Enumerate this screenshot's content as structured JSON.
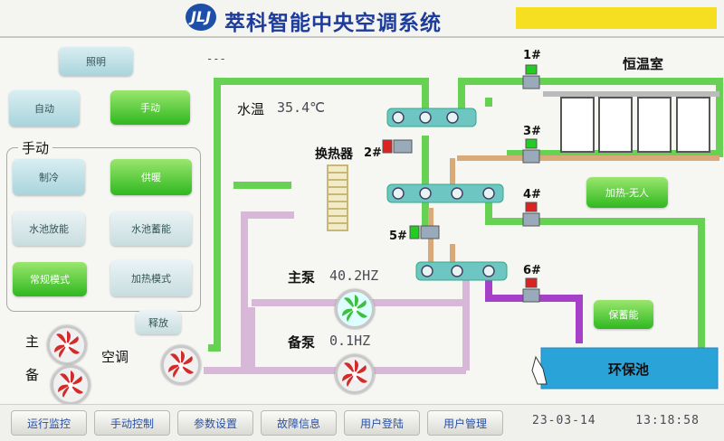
{
  "header": {
    "logo_text": "JLJ",
    "title": "萃科智能中央空调系统"
  },
  "buttons": {
    "lighting": "照明",
    "auto": "自动",
    "manual": "手动",
    "cooling": "制冷",
    "heating": "供暖",
    "pool_release": "水池放能",
    "pool_store": "水池蓄能",
    "normal_mode": "常规模式",
    "boost_mode": "加热模式",
    "release": "释放",
    "heating_none": "加热-无人",
    "storage": "保蓄能"
  },
  "labels": {
    "manual_group": "手动",
    "main": "主",
    "backup": "备",
    "aircon": "空调",
    "water_temp_label": "水温",
    "heat_exchanger": "换热器",
    "main_pump_label": "主泵",
    "backup_pump_label": "备泵",
    "constant_room": "恒温室",
    "eco_pool": "环保池",
    "dash": "---"
  },
  "readings": {
    "water_temp": "35.4℃",
    "main_pump_hz": "40.2HZ",
    "backup_pump_hz": "0.1HZ"
  },
  "valves": [
    "1#",
    "2#",
    "3#",
    "4#",
    "5#",
    "6#"
  ],
  "nav": [
    "运行监控",
    "手动控制",
    "参数设置",
    "故障信息",
    "用户登陆",
    "用户管理"
  ],
  "status": {
    "date": "23-03-14",
    "time": "13:18:58"
  },
  "colors": {
    "green_pipe": "#66d153",
    "pink_pipe": "#d8b8d8",
    "orange_pipe": "#d8aa7a",
    "purple_pipe": "#a640c8",
    "header_blue": "#1e3c9c",
    "pool_blue": "#2aa4d8"
  }
}
